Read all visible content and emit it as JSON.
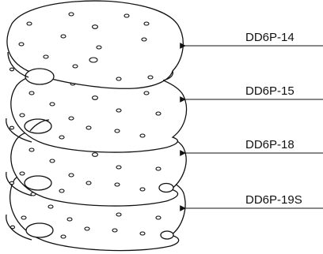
{
  "diagram": {
    "parts": [
      {
        "id": "DD6P-14",
        "label": "DD6P-14"
      },
      {
        "id": "DD6P-15",
        "label": "DD6P-15"
      },
      {
        "id": "DD6P-18",
        "label": "DD6P-18"
      },
      {
        "id": "DD6P-19S",
        "label": "DD6P-19S"
      }
    ]
  },
  "colors": {
    "stroke": "#111111",
    "background": "#ffffff"
  }
}
